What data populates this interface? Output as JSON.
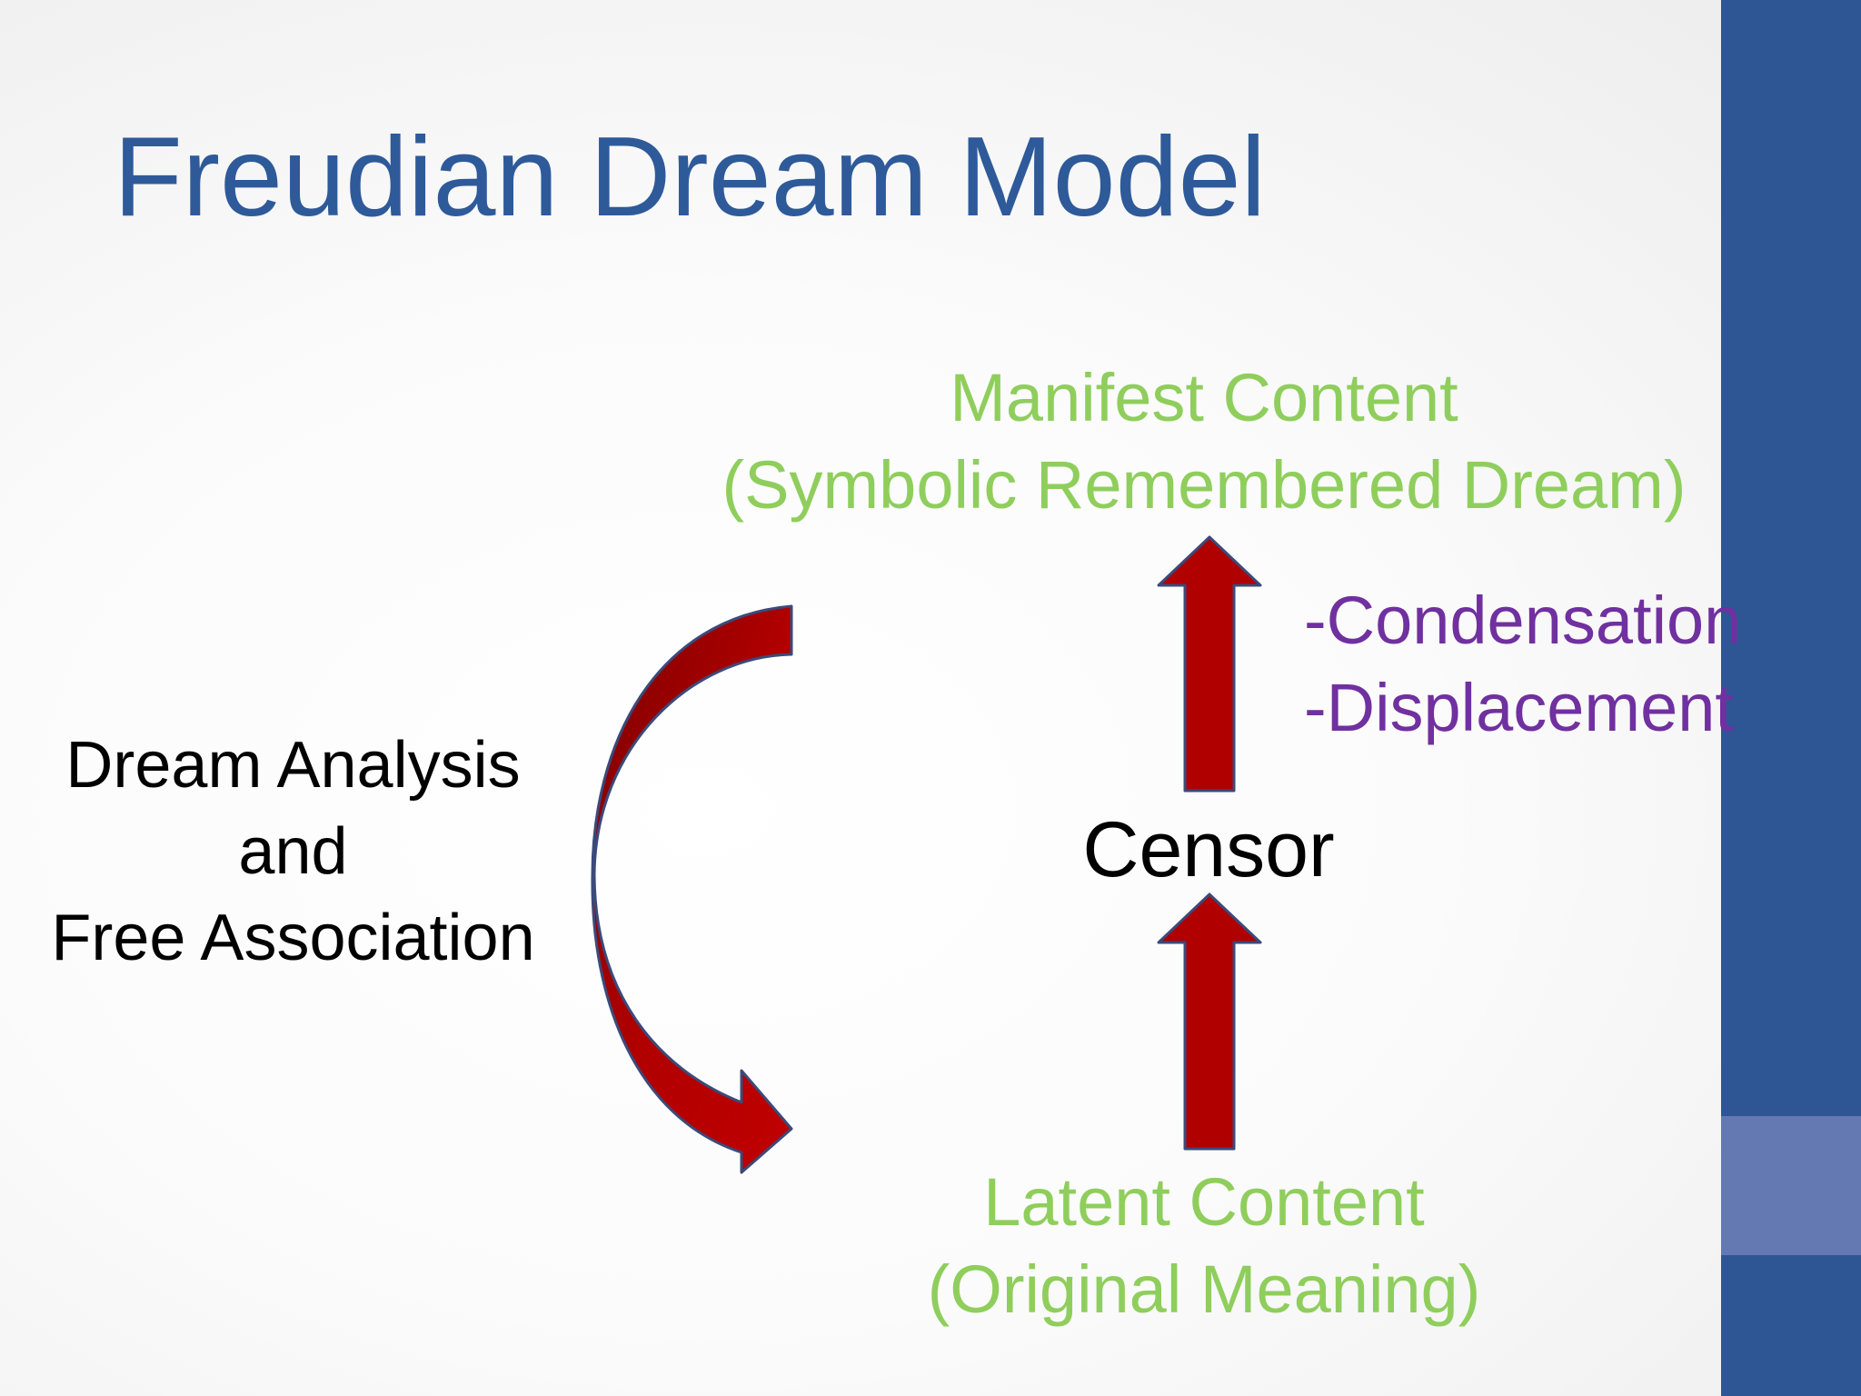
{
  "title": "Freudian Dream Model",
  "manifest": {
    "line1": "Manifest Content",
    "line2": "(Symbolic Remembered Dream)"
  },
  "processes": {
    "line1": "-Condensation",
    "line2": "-Displacement"
  },
  "censor": "Censor",
  "analysis": {
    "line1": "Dream Analysis",
    "line2": "and",
    "line3": "Free Association"
  },
  "latent": {
    "line1": "Latent Content",
    "line2": "(Original Meaning)"
  },
  "colors": {
    "title": "#2e5a9a",
    "green_text": "#8fce5c",
    "purple_text": "#7030a0",
    "arrow_fill": "#b00000",
    "arrow_outline": "#3b4a7a",
    "side_bar": "#2e5694",
    "side_block": "#6478b2"
  }
}
